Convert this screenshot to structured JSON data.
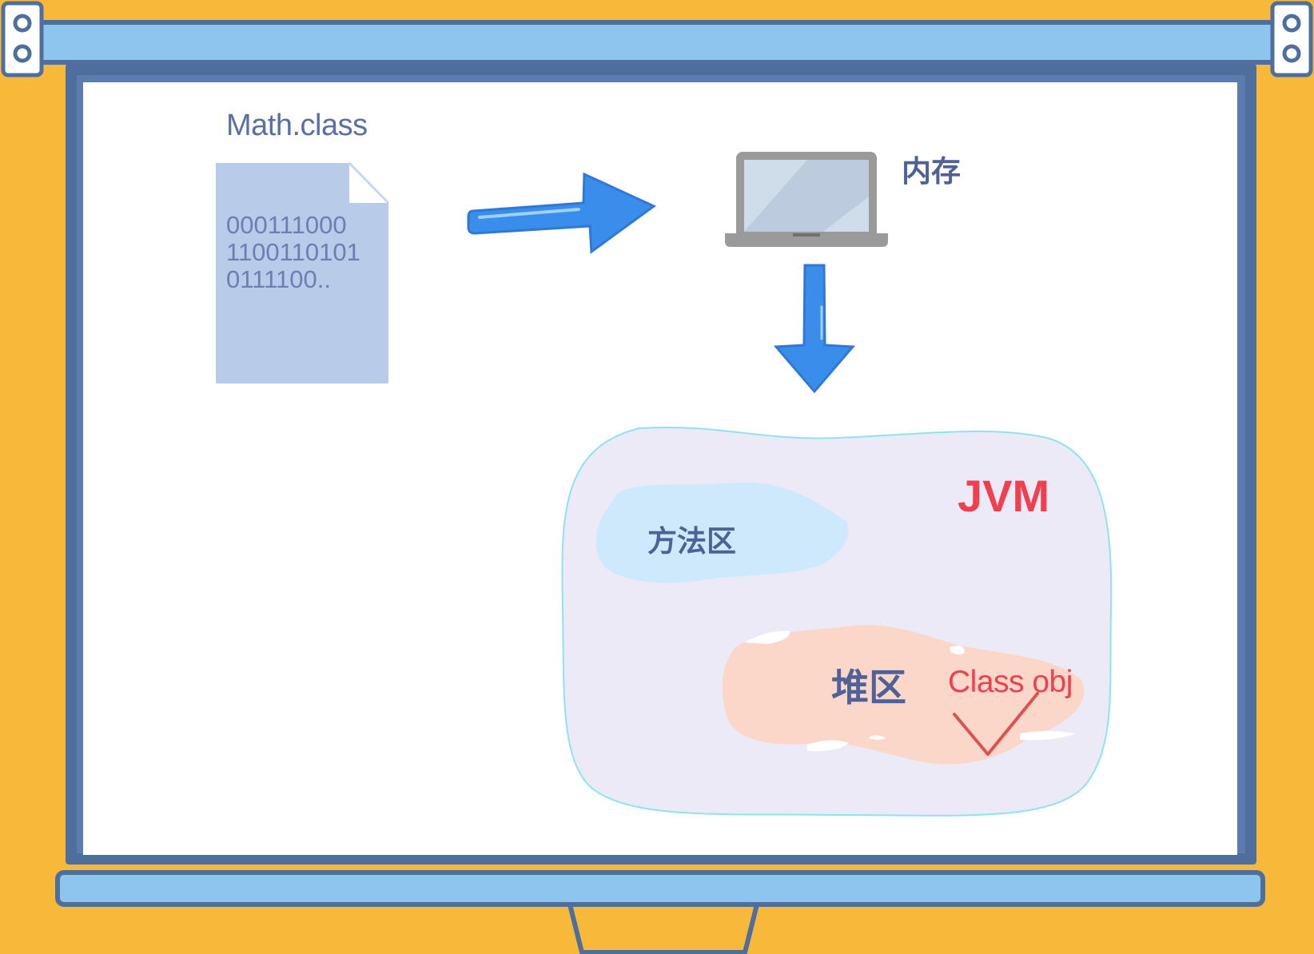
{
  "file": {
    "title": "Math.class",
    "binary_lines": [
      "000111000",
      "1100110101",
      "0111100.."
    ]
  },
  "memory": {
    "label": "内存"
  },
  "jvm": {
    "label": "JVM",
    "method_area_label": "方法区",
    "heap_label": "堆区",
    "class_obj_label": "Class obj"
  },
  "colors": {
    "background": "#f8b93a",
    "board_frame": "#4e6f9e",
    "rail": "#8cc6ef",
    "arrow": "#3a8eeb",
    "file": "#b8cbe9",
    "jvm_area": "#eceaf7",
    "method_area": "#cde9fb",
    "heap_area": "#fad7c8",
    "accent_red": "#f0404f"
  }
}
